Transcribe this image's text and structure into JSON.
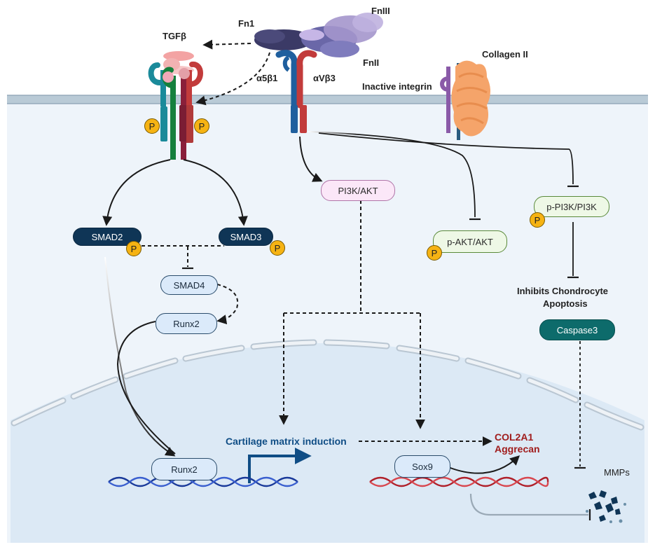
{
  "ligands": {
    "fn1": "Fn1",
    "fniii": "FnIII",
    "fnii": "FnII",
    "tgfb": "TGFβ",
    "collagen2": "Collagen II"
  },
  "receptors": {
    "a5b1": "α5β1",
    "avb3": "αVβ3",
    "inactive_integrin": "Inactive integrin"
  },
  "nodes": {
    "smad2": "SMAD2",
    "smad3": "SMAD3",
    "smad4": "SMAD4",
    "runx2_cyto": "Runx2",
    "pi3k_akt": "PI3K/AKT",
    "p_akt": "p-AKT/AKT",
    "p_pi3k": "p-PI3K/PI3K",
    "caspase3": "Caspase3",
    "runx2_nuc": "Runx2",
    "sox9": "Sox9"
  },
  "phospho_label": "P",
  "text": {
    "inhibits_apoptosis_line1": "Inhibits Chondrocyte",
    "inhibits_apoptosis_line2": "Apoptosis",
    "cartilage_matrix": "Cartilage matrix induction",
    "col2a1": "COL2A1",
    "aggrecan": "Aggrecan",
    "mmps": "MMPs"
  },
  "colors": {
    "membrane": "#b9cad6",
    "cytoplasm": "#eef4fa",
    "nucleus": "#dce9f5",
    "dark_node": "#0f3556",
    "teal_node": "#0d6b6b",
    "phospho": "#f6b313",
    "col_text": "#a01c1c",
    "cartilage_text": "#0f4d85",
    "dna_blue": "#1a3a9a",
    "dna_red": "#b0202a"
  }
}
